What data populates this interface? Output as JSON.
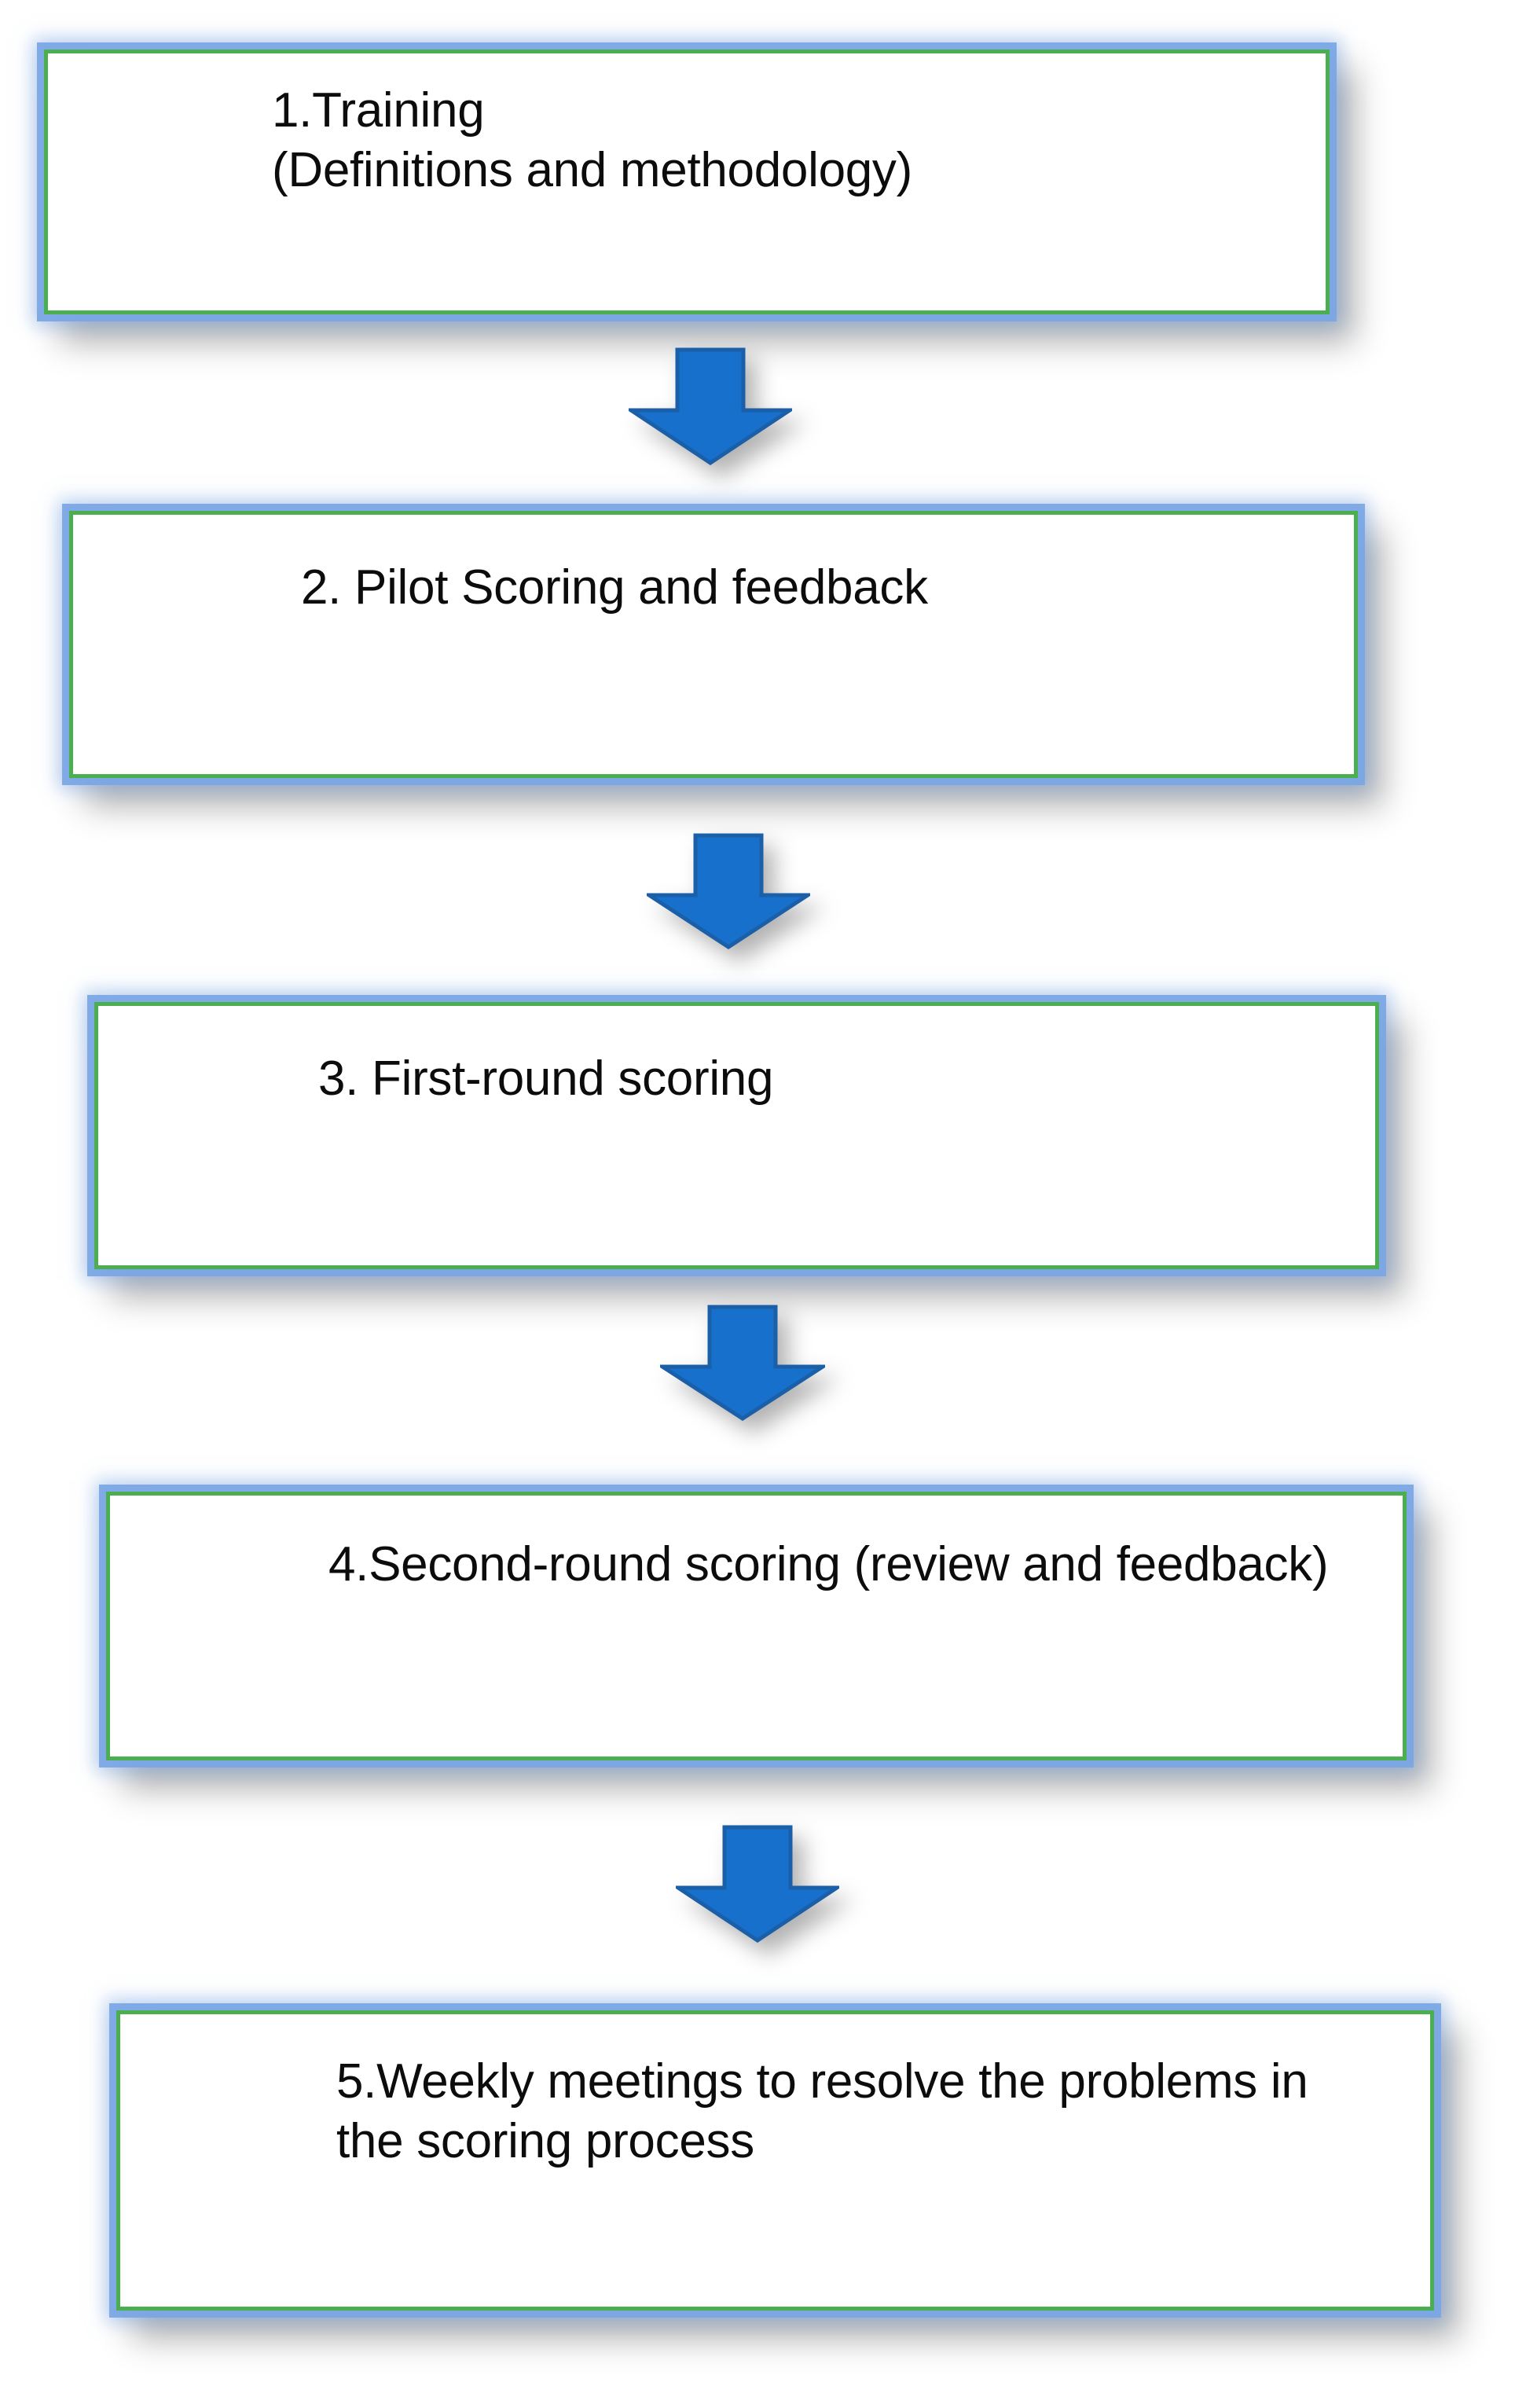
{
  "diagram": {
    "title": "Scoring process flowchart",
    "orientation": "vertical-top-to-bottom",
    "colors": {
      "box_border_green": "#4CAF4F",
      "box_glow_blue": "#7AA6E4",
      "arrow_fill_blue": "#1770CC",
      "arrow_stroke_blue": "#1A5FA8",
      "box_fill": "#FFFFFF",
      "text": "#0C0C0C",
      "shadow": "#000000",
      "background": "#FFFFFF"
    },
    "steps": [
      {
        "number": "1",
        "text": "1.Training\n(Definitions and methodology)",
        "lines": [
          "1.Training",
          "(Definitions and methodology)"
        ]
      },
      {
        "number": "2",
        "text": "2. Pilot Scoring and feedback",
        "lines": [
          "2. Pilot Scoring and feedback"
        ]
      },
      {
        "number": "3",
        "text": "3. First-round scoring",
        "lines": [
          "3. First-round scoring"
        ]
      },
      {
        "number": "4",
        "text": "4.Second-round scoring (review and feedback)",
        "lines": [
          "4.Second-round scoring (review",
          "and feedback)"
        ]
      },
      {
        "number": "5",
        "text": "5.Weekly meetings to resolve the problems in the scoring process",
        "lines": [
          "5.Weekly meetings to resolve",
          "the problems in the scoring",
          "process"
        ]
      }
    ],
    "connectors": [
      {
        "from": "1",
        "to": "2",
        "icon": "down-arrow-icon"
      },
      {
        "from": "2",
        "to": "3",
        "icon": "down-arrow-icon"
      },
      {
        "from": "3",
        "to": "4",
        "icon": "down-arrow-icon"
      },
      {
        "from": "4",
        "to": "5",
        "icon": "down-arrow-icon"
      }
    ]
  }
}
